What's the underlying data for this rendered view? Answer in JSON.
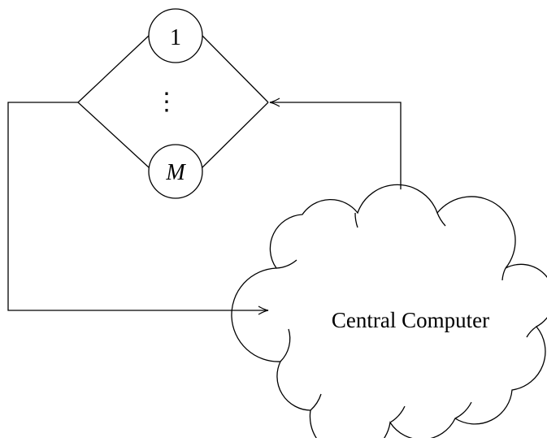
{
  "nodes": {
    "first": {
      "label": "1"
    },
    "ellipsis": {
      "label": "⋮"
    },
    "last": {
      "label": "M"
    }
  },
  "cloud": {
    "label": "Central Computer"
  }
}
